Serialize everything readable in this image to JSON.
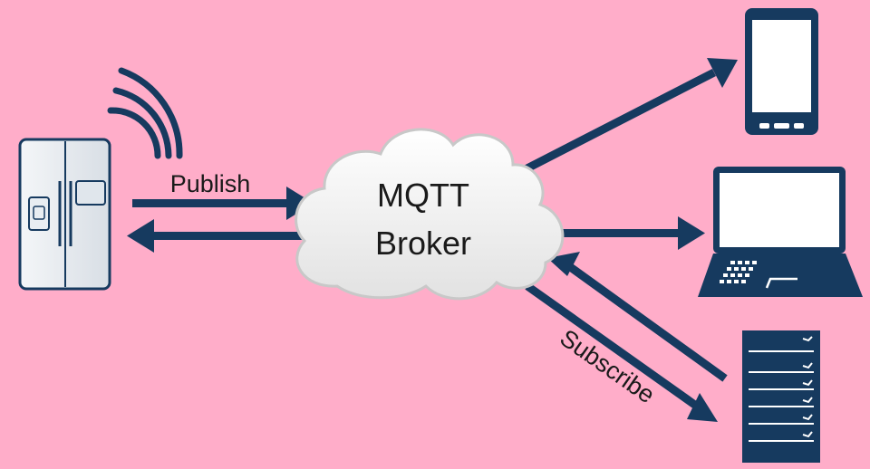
{
  "diagram": {
    "broker_line1": "MQTT",
    "broker_line2": "Broker",
    "publish_label": "Publish",
    "subscribe_label": "Subscribe"
  },
  "colors": {
    "background": "#ffadc9",
    "device_navy": "#163a5f",
    "cloud_fill": "#f4f4f4",
    "cloud_edge": "#c8c8c8",
    "fridge_body": "#e6ebf0",
    "text": "#1a1a1a"
  },
  "icons": {
    "publisher": "refrigerator-icon",
    "wireless": "wifi-signal-icon",
    "broker": "cloud-icon",
    "subscriber_1": "smartphone-icon",
    "subscriber_2": "laptop-icon",
    "subscriber_3": "server-rack-icon"
  }
}
